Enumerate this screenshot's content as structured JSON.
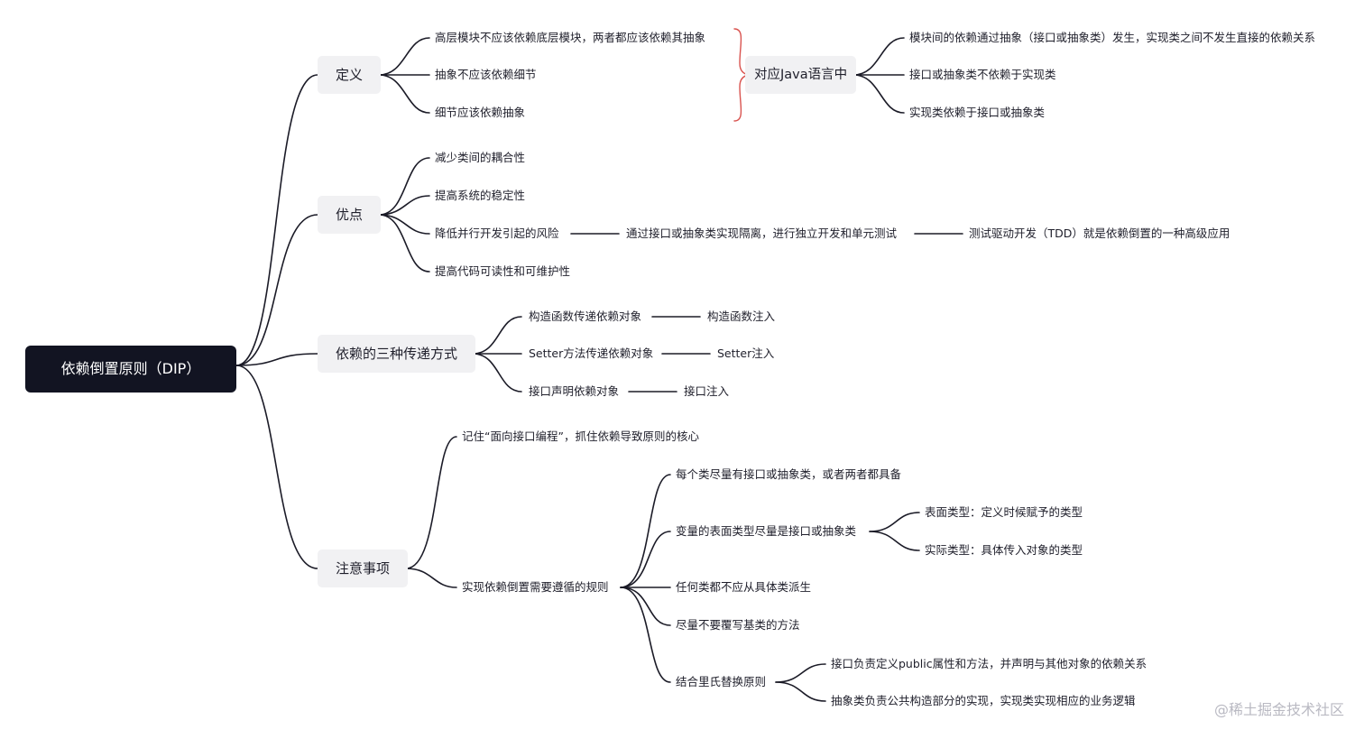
{
  "root": "依赖倒置原则（DIP）",
  "definition": {
    "label": "定义",
    "items": [
      "高层模块不应该依赖底层模块，两者都应该依赖其抽象",
      "抽象不应该依赖细节",
      "细节应该依赖抽象"
    ],
    "java": {
      "label": "对应Java语言中",
      "items": [
        "模块间的依赖通过抽象（接口或抽象类）发生，实现类之间不发生直接的依赖关系",
        "接口或抽象类不依赖于实现类",
        "实现类依赖于接口或抽象类"
      ]
    }
  },
  "advantages": {
    "label": "优点",
    "items": [
      "减少类间的耦合性",
      "提高系统的稳定性",
      "降低并行开发引起的风险",
      "提高代码可读性和可维护性"
    ],
    "risk_chain": [
      "通过接口或抽象类实现隔离，进行独立开发和单元测试",
      "测试驱动开发（TDD）就是依赖倒置的一种高级应用"
    ]
  },
  "transfer": {
    "label": "依赖的三种传递方式",
    "items": [
      {
        "method": "构造函数传递依赖对象",
        "name": "构造函数注入"
      },
      {
        "method": "Setter方法传递依赖对象",
        "name": "Setter注入"
      },
      {
        "method": "接口声明依赖对象",
        "name": "接口注入"
      }
    ]
  },
  "notes": {
    "label": "注意事项",
    "remember": "记住“面向接口编程”，抓住依赖导致原则的核心",
    "rules": {
      "label": "实现依赖倒置需要遵循的规则",
      "items": [
        "每个类尽量有接口或抽象类，或者两者都具备",
        "变量的表面类型尽量是接口或抽象类",
        "任何类都不应从具体类派生",
        "尽量不要覆写基类的方法",
        "结合里氏替换原则"
      ],
      "types": [
        "表面类型：定义时候赋予的类型",
        "实际类型：具体传入对象的类型"
      ],
      "liskov": [
        "接口负责定义public属性和方法，并声明与其他对象的依赖关系",
        "抽象类负责公共构造部分的实现，实现类实现相应的业务逻辑"
      ]
    }
  },
  "watermark": "@稀土掘金技术社区",
  "colors": {
    "root_bg": "#121422",
    "box_bg": "#f1f1f3",
    "line": "#1b1b27",
    "brace": "#d9534f"
  }
}
